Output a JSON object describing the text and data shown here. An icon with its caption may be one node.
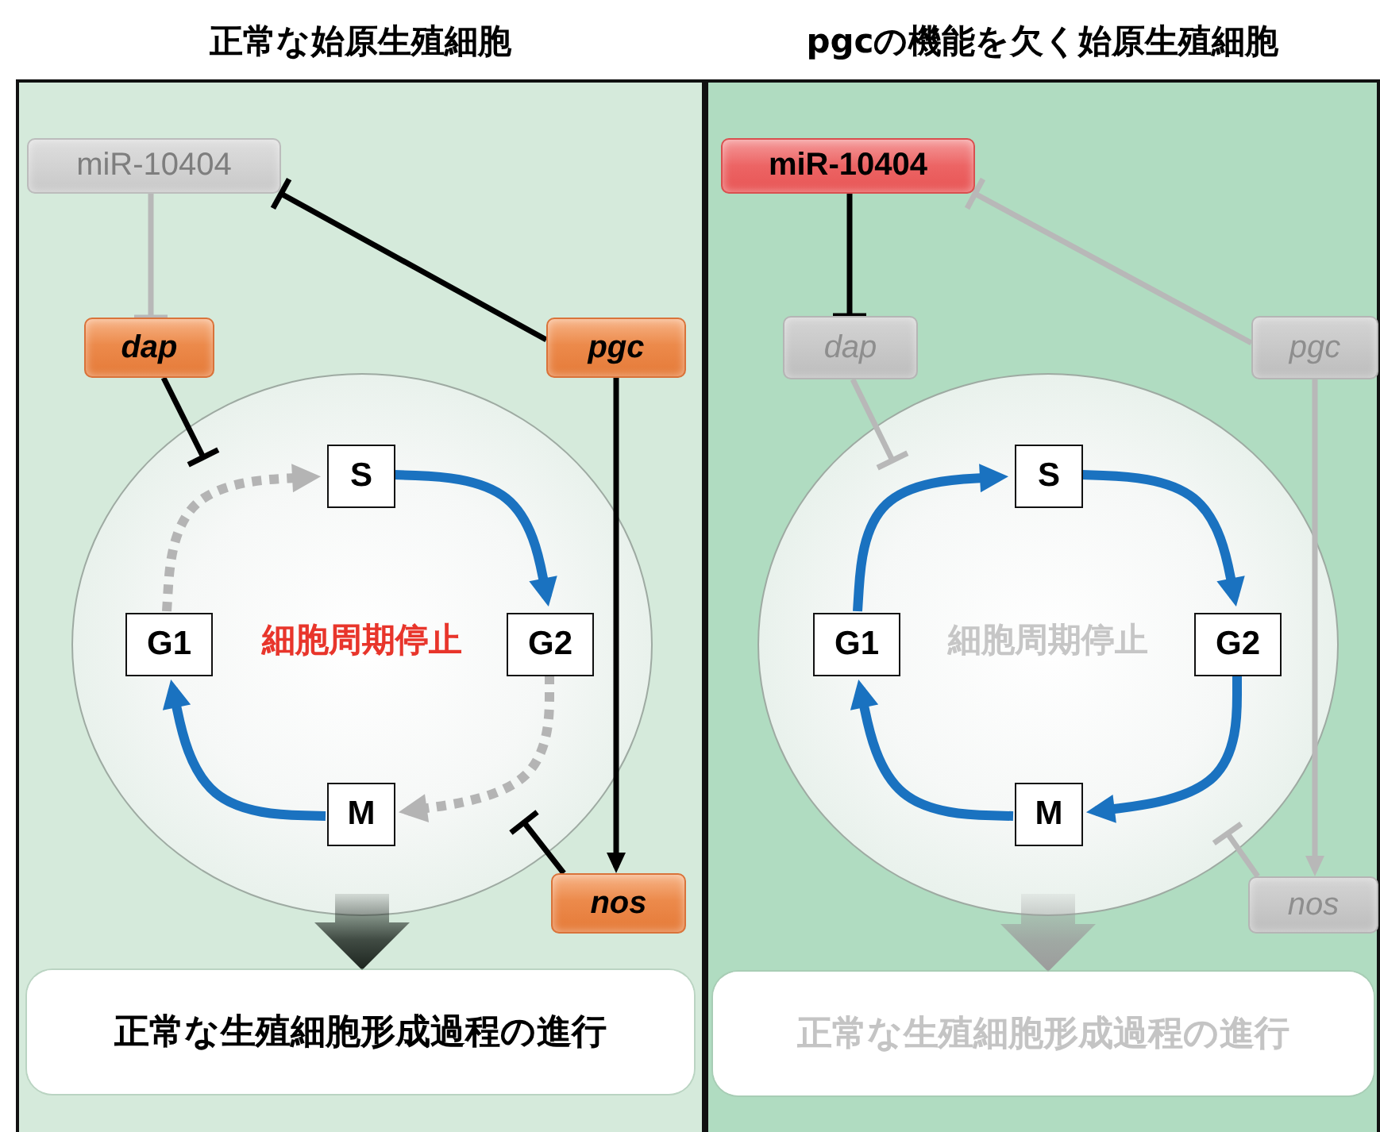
{
  "diagram": {
    "nodes": [
      {
        "text": [
          "正常な始原生殖細胞"
        ]
      },
      {
        "text": [
          "miR-10404"
        ],
        "in": 0
      },
      {
        "text": [
          "dap"
        ],
        "in": 0
      },
      {
        "text": [
          "pgc"
        ],
        "in": 0
      },
      {
        "text": [
          "細胞周期停止"
        ],
        "in": 0
      },
      {
        "text": [
          "S"
        ],
        "in": 4
      },
      {
        "text": [
          "G1"
        ],
        "in": 4
      },
      {
        "text": [
          "G2"
        ],
        "in": 4
      },
      {
        "text": [
          "M"
        ],
        "in": 4
      },
      {
        "text": [
          "nos"
        ],
        "in": 0
      },
      {
        "text": [
          "正常な生殖細胞形成過程の進行"
        ],
        "in": 0
      },
      {
        "text": [
          "pgcの機能を欠く始原生殖細胞"
        ]
      },
      {
        "text": [
          "miR-10404"
        ],
        "in": 11
      },
      {
        "text": [
          "dap"
        ],
        "in": 11
      },
      {
        "text": [
          "pgc"
        ],
        "in": 11
      },
      {
        "text": [
          "細胞周期停止"
        ],
        "in": 11
      },
      {
        "text": [
          "S"
        ],
        "in": 15
      },
      {
        "text": [
          "G1"
        ],
        "in": 15
      },
      {
        "text": [
          "G2"
        ],
        "in": 15
      },
      {
        "text": [
          "M"
        ],
        "in": 15
      },
      {
        "text": [
          "nos"
        ],
        "in": 11
      },
      {
        "text": [
          "正常な生殖細胞形成過程の進行"
        ],
        "in": 11
      }
    ],
    "edges": [
      {
        "from": 3,
        "to": 1,
        "arrow": "other",
        "color": "#000000"
      },
      {
        "from": 1,
        "to": 2,
        "arrow": "other",
        "color": "#b8b8b8"
      },
      {
        "from": 2,
        "to": null,
        "arrow": "other",
        "color": "#000000"
      },
      {
        "from": 3,
        "to": 9,
        "arrow": "to",
        "color": "#000000"
      },
      {
        "from": 9,
        "to": null,
        "arrow": "other",
        "color": "#000000"
      },
      {
        "from": 5,
        "to": 7,
        "arrow": "to",
        "color": "#1a72c0"
      },
      {
        "from": 7,
        "to": 8,
        "arrow": "to",
        "style": "dashed",
        "color": "#b4b4b4"
      },
      {
        "from": 8,
        "to": 6,
        "arrow": "to",
        "color": "#1a72c0"
      },
      {
        "from": 6,
        "to": 5,
        "arrow": "to",
        "style": "dashed",
        "color": "#b4b4b4"
      },
      {
        "from": 4,
        "to": 10,
        "arrow": "to",
        "style": "thick",
        "color": "#1c241e"
      },
      {
        "from": 12,
        "to": 13,
        "arrow": "other",
        "color": "#000000"
      },
      {
        "from": 14,
        "to": 12,
        "arrow": "other",
        "color": "#b8b8b8"
      },
      {
        "from": 13,
        "to": null,
        "arrow": "other",
        "color": "#b8b8b8"
      },
      {
        "from": 14,
        "to": 20,
        "arrow": "to",
        "color": "#b8b8b8"
      },
      {
        "from": 20,
        "to": null,
        "arrow": "other",
        "color": "#b8b8b8"
      },
      {
        "from": 17,
        "to": 16,
        "arrow": "to",
        "color": "#1a72c0"
      },
      {
        "from": 16,
        "to": 18,
        "arrow": "to",
        "color": "#1a72c0"
      },
      {
        "from": 18,
        "to": 19,
        "arrow": "to",
        "color": "#1a72c0"
      },
      {
        "from": 19,
        "to": 17,
        "arrow": "to",
        "color": "#1a72c0"
      },
      {
        "from": 15,
        "to": 21,
        "arrow": "to",
        "style": "thick",
        "color": "#9c9c9c"
      }
    ]
  }
}
